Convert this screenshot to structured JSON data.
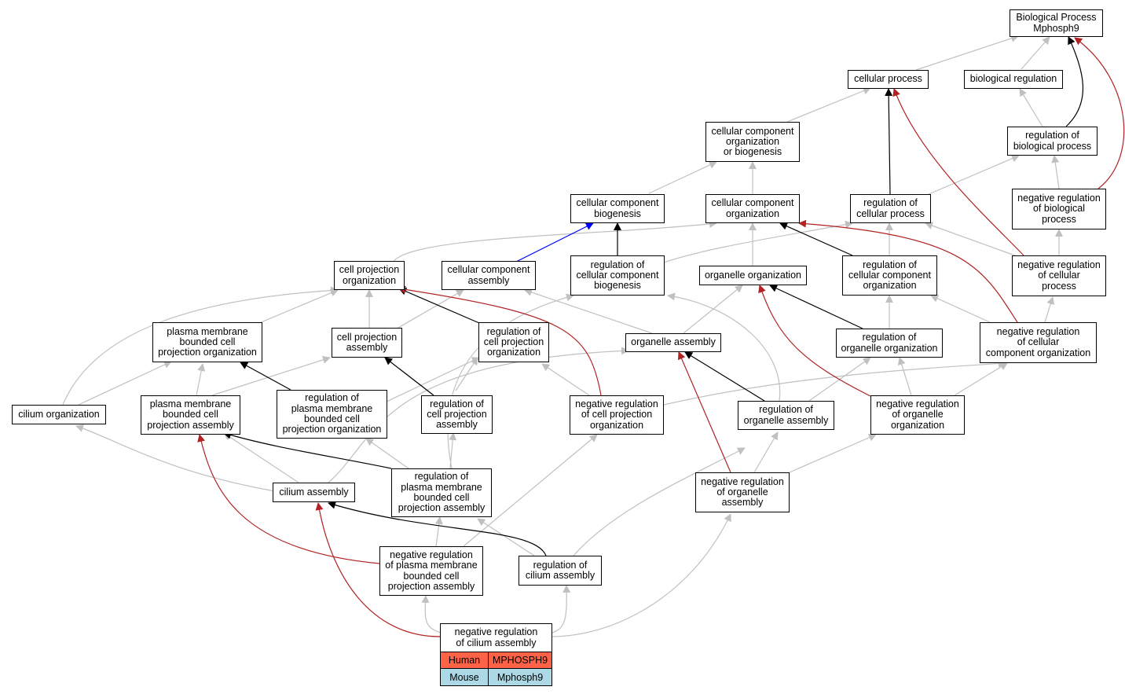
{
  "nodes": {
    "bp": "Biological Process\nMphosph9",
    "cp": "cellular process",
    "br": "biological regulation",
    "ccob": "cellular component\norganization\nor biogenesis",
    "rbp": "regulation of\nbiological process",
    "ccb": "cellular component\nbiogenesis",
    "cco": "cellular component\norganization",
    "rcp": "regulation of\ncellular process",
    "nrbp": "negative regulation\nof biological\nprocess",
    "cpo": "cell projection\norganization",
    "cca": "cellular component\nassembly",
    "rccb": "regulation of\ncellular component\nbiogenesis",
    "oo": "organelle organization",
    "rcco": "regulation of\ncellular component\norganization",
    "nrcp": "negative regulation\nof cellular\nprocess",
    "pmbcpo": "plasma membrane\nbounded cell\nprojection organization",
    "cpa": "cell projection\nassembly",
    "rcpo": "regulation of\ncell projection\norganization",
    "oa": "organelle assembly",
    "roo": "regulation of\norganelle organization",
    "nrcco": "negative regulation\nof cellular\ncomponent organization",
    "co": "cilium organization",
    "pmbcpa": "plasma membrane\nbounded cell\nprojection assembly",
    "rpmbcpo": "regulation of\nplasma membrane\nbounded cell\nprojection organization",
    "rcpa": "regulation of\ncell projection\nassembly",
    "nrcpo": "negative regulation\nof cell projection\norganization",
    "roa": "regulation of\norganelle assembly",
    "nroo": "negative regulation\nof organelle\norganization",
    "ca": "cilium assembly",
    "rpmbcpa": "regulation of\nplasma membrane\nbounded cell\nprojection assembly",
    "nroa": "negative regulation\nof organelle\nassembly",
    "nrpmbcpa": "negative regulation\nof plasma membrane\nbounded cell\nprojection assembly",
    "rca": "regulation of\ncilium assembly",
    "nrca": "negative regulation\nof cilium assembly"
  },
  "legend": {
    "human_label": "Human",
    "human_gene": "MPHOSPH9",
    "mouse_label": "Mouse",
    "mouse_gene": "Mphosph9"
  },
  "colors": {
    "edge_is_a": "#c0c0c0",
    "edge_regulates": "#000000",
    "edge_negatively_regulates": "#b22222",
    "edge_part_of": "#0000ff",
    "human_row": "#ff6347",
    "mouse_row": "#add8e6"
  }
}
